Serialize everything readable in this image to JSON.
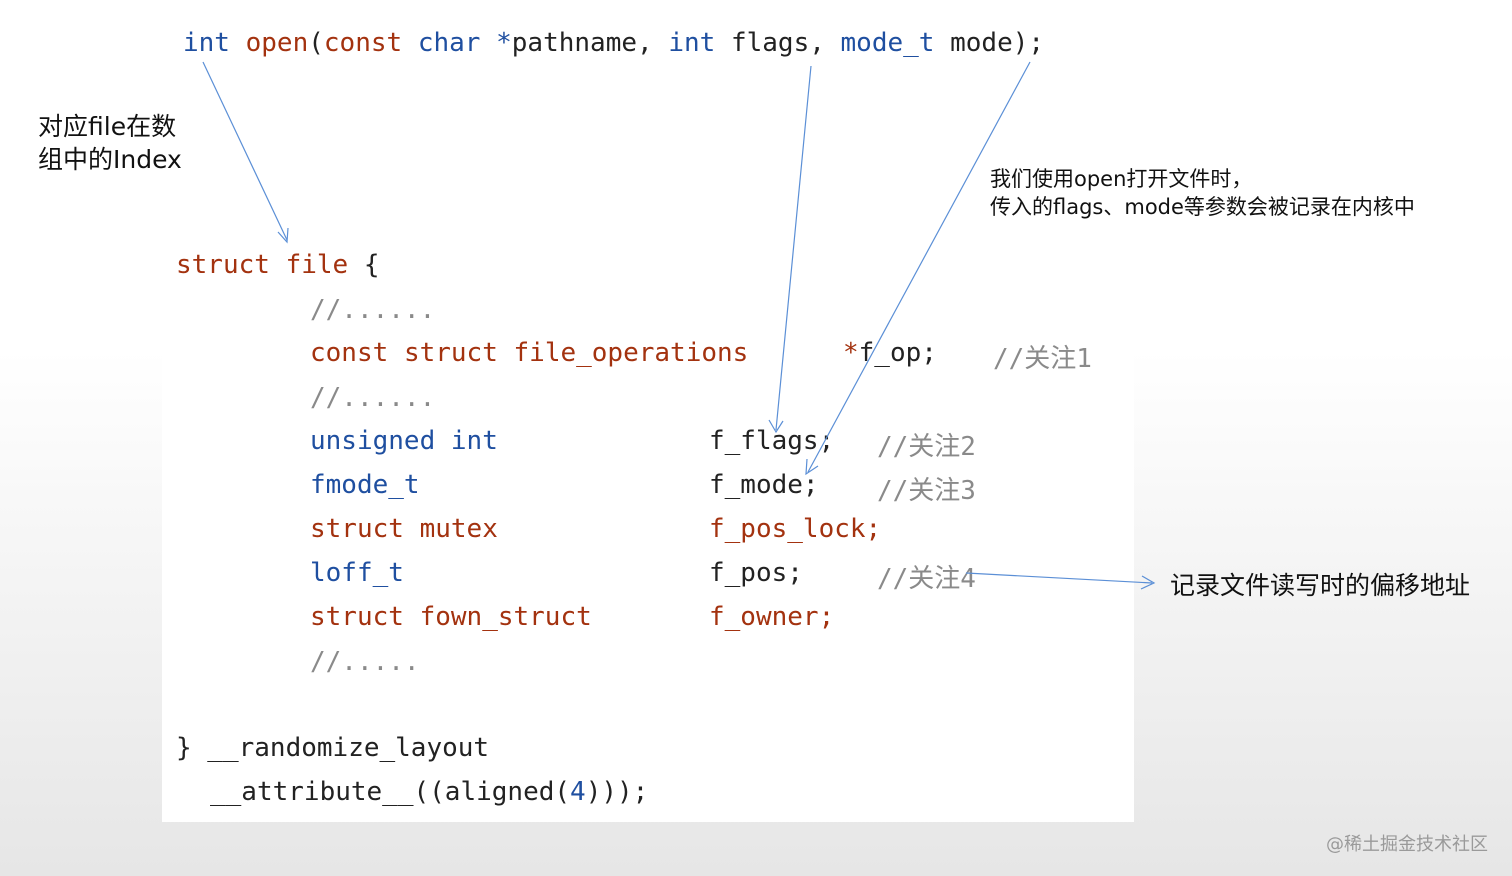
{
  "signature": {
    "t1": "int",
    "t2": " ",
    "t3": "open",
    "t4": "(",
    "t5": "const",
    "t6": " ",
    "t7": "char",
    "t8": " ",
    "t9": "*",
    "t10": "pathname, ",
    "t11": "int",
    "t12": " flags, ",
    "t13": "mode_t",
    "t14": " mode);"
  },
  "struct": {
    "head_kw": "struct",
    "head_name": "file",
    "head_brace": "{",
    "comment1": "//......",
    "ops_kw1": "const",
    "ops_kw2": "struct",
    "ops_type": "file_operations",
    "ops_star": "*",
    "ops_field": "f_op;",
    "ops_comment": "//关注1",
    "comment2": "//......",
    "flags_type": "unsigned",
    "flags_type2": "int",
    "flags_field": "f_flags;",
    "flags_comment": "//关注2",
    "mode_type": "fmode_t",
    "mode_field": "f_mode;",
    "mode_comment": "//关注3",
    "lock_kw": "struct",
    "lock_type": "mutex",
    "lock_field": "f_pos_lock;",
    "pos_type": "loff_t",
    "pos_field": "f_pos;",
    "pos_comment": "//关注4",
    "owner_kw": "struct",
    "owner_type": "fown_struct",
    "owner_field": "f_owner;",
    "comment3": "//.....",
    "close1_brace": "}",
    "close1_rest": " __randomize_layout",
    "close2_a": "__attribute__((aligned(",
    "close2_num": "4",
    "close2_b": ")));"
  },
  "notes": {
    "left_line1": "对应file在数",
    "left_line2": "组中的Index",
    "right_line1": "我们使用open打开文件时，",
    "right_line2": "传入的flags、mode等参数会被记录在内核中",
    "offset": "记录文件读写时的偏移地址"
  },
  "watermark": "@稀土掘金技术社区",
  "colors": {
    "keyword": "#1f4fa0",
    "type_red": "#a3320f",
    "comment": "#8a8a8a",
    "arrow": "#5b8fd6"
  }
}
